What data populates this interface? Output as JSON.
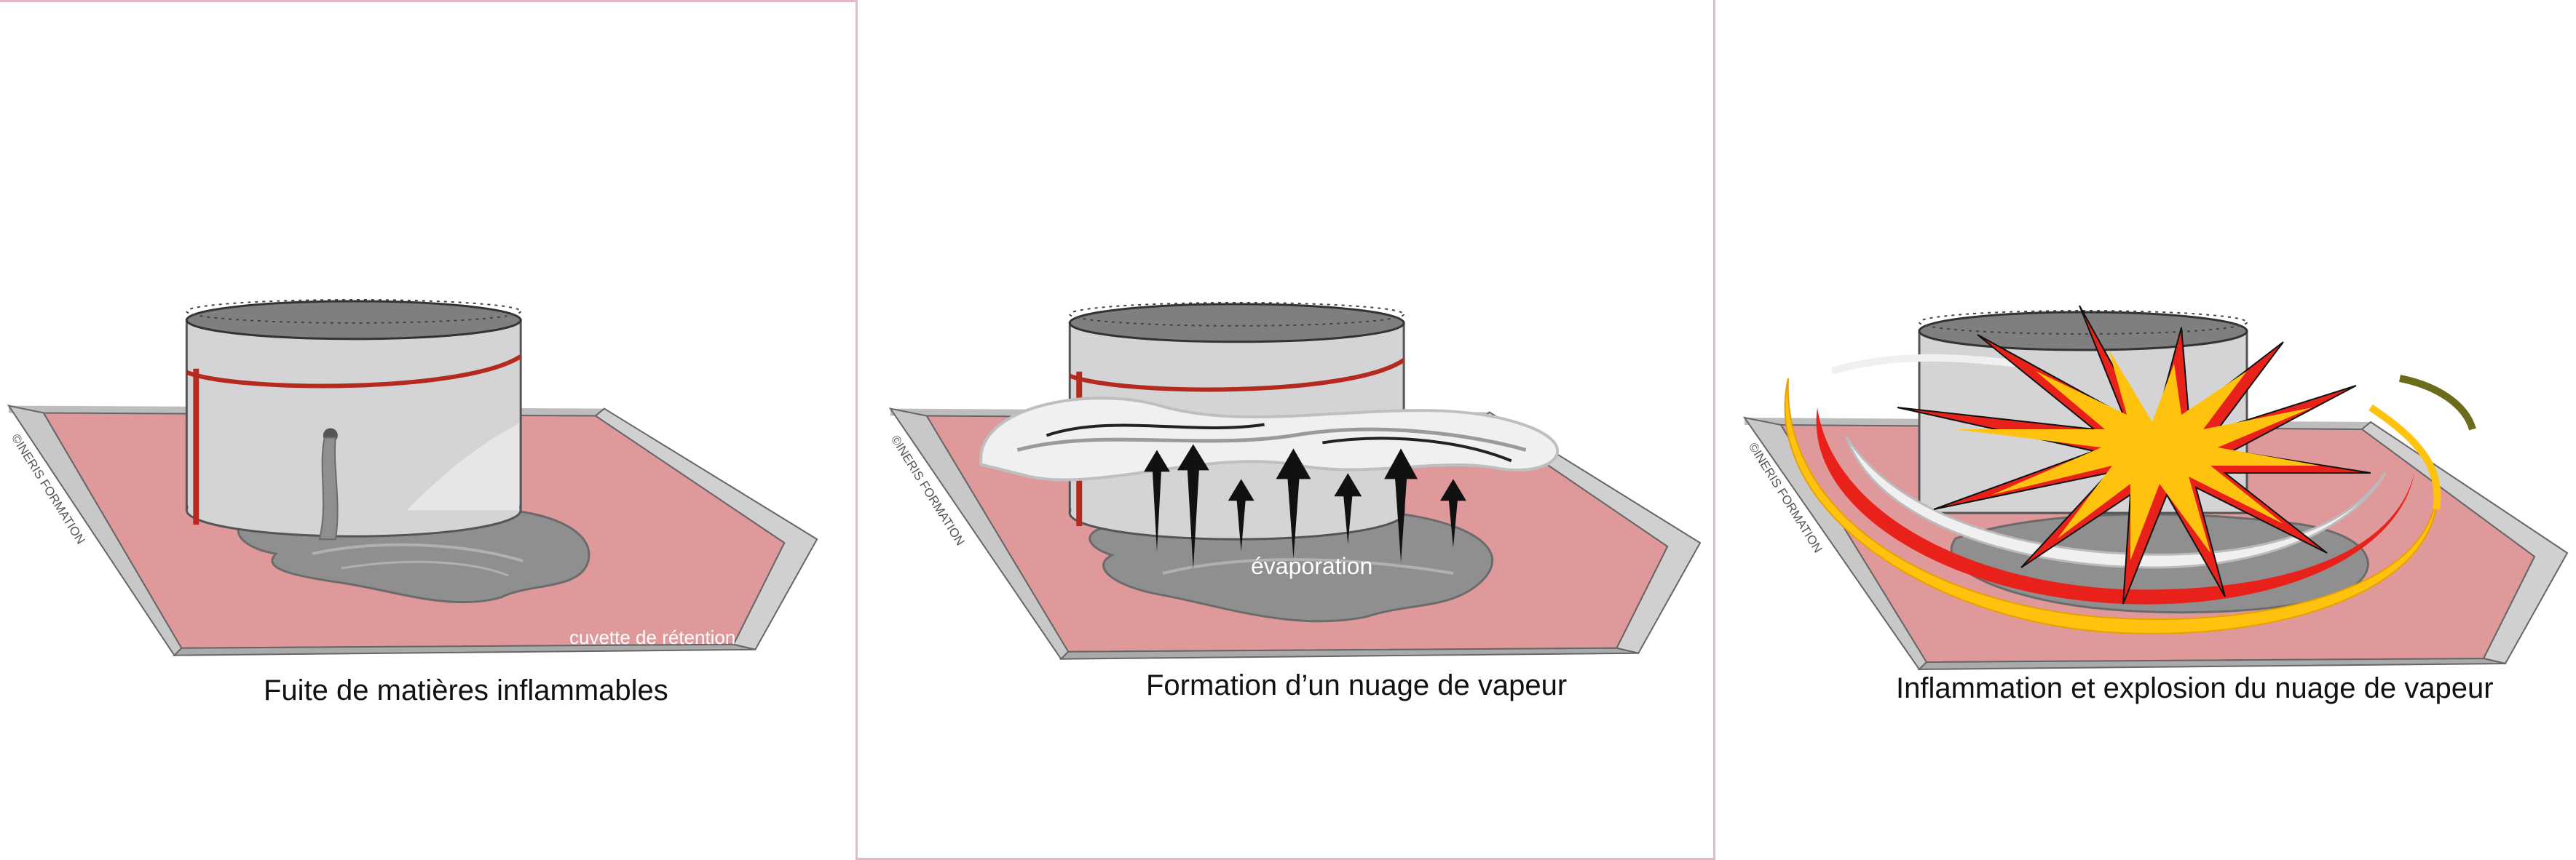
{
  "panels": [
    {
      "caption": "Fuite de matières inflammables",
      "inner_label": "cuvette de rétention",
      "watermark": "©INERIS FORMATION"
    },
    {
      "caption": "Formation d’un nuage de vapeur",
      "inner_label": "évaporation",
      "watermark": "©INERIS FORMATION"
    },
    {
      "caption": "Inflammation et explosion du nuage de vapeur",
      "watermark": "©INERIS FORMATION"
    }
  ],
  "colors": {
    "basin_floor": "#e0999b",
    "basin_wall": "#cfcfcf",
    "tank_body": "#d4d4d6",
    "pipe_red": "#b52a1f",
    "spill_grey": "#8f8f8f",
    "vapour_white": "#f0f0f0",
    "flame_yellow": "#ffc20e",
    "flame_red": "#e8221b"
  }
}
